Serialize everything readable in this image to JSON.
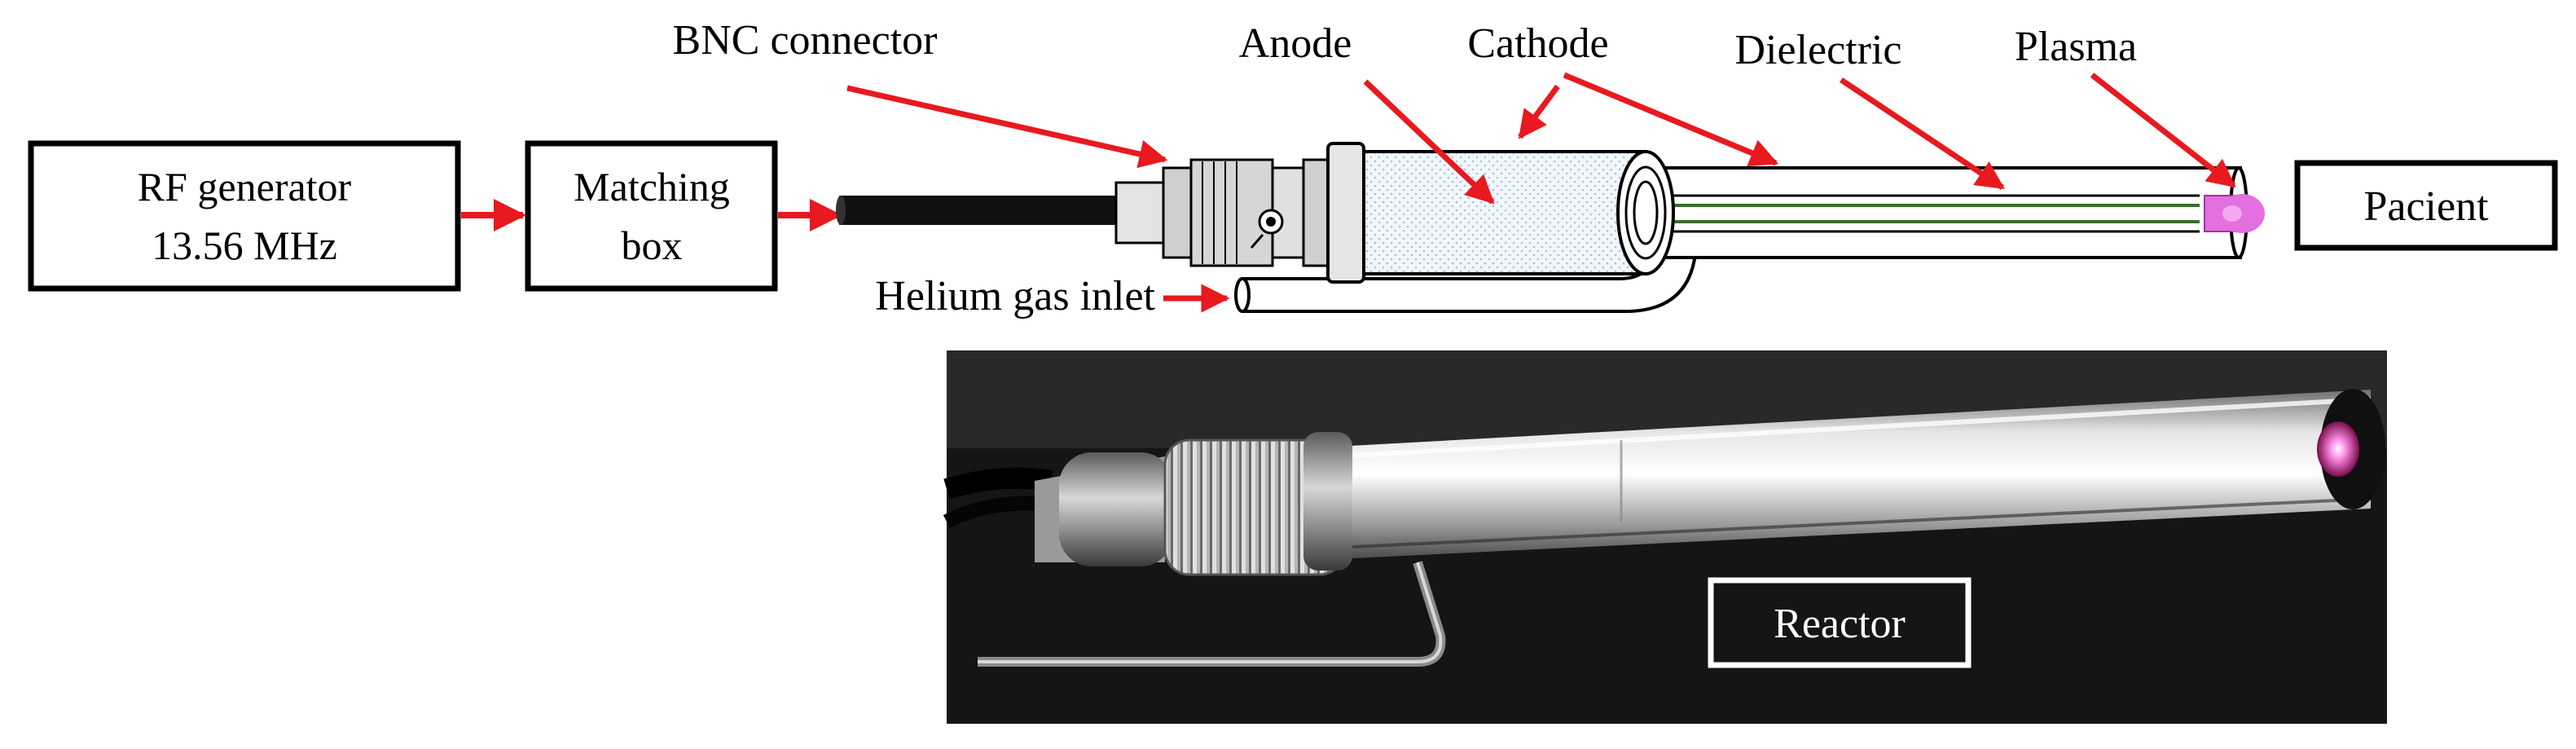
{
  "blocks": {
    "rf_generator": {
      "line1": "RF generator",
      "line2": "13.56 MHz"
    },
    "matching_box": {
      "line1": "Matching",
      "line2": "box"
    },
    "patient": "Pacient"
  },
  "parts": {
    "bnc_connector": "BNC connector",
    "anode": "Anode",
    "cathode": "Cathode",
    "dielectric": "Dielectric",
    "plasma": "Plasma",
    "helium_inlet": "Helium gas inlet"
  },
  "photo": {
    "caption": "Reactor"
  },
  "colors": {
    "arrow": "#e8191f",
    "plasma": "#e36fe0",
    "photo_background": "#151515",
    "metal": "#c9c9c9"
  }
}
